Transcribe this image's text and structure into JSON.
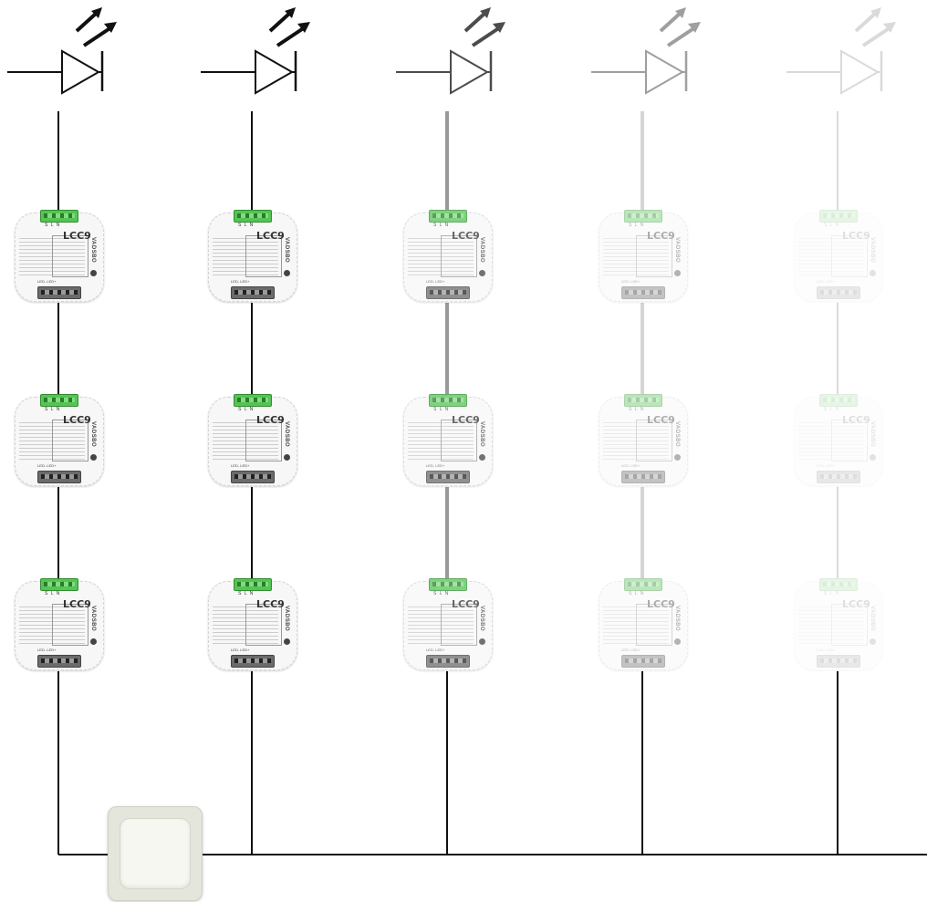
{
  "driver": {
    "model": "LCC9",
    "brand": "VADSBO",
    "terminal_label": "S L N",
    "output_label": "LED- LED+"
  },
  "columns": [
    {
      "opacity": 1.0,
      "driver_count": 3
    },
    {
      "opacity": 1.0,
      "driver_count": 3
    },
    {
      "opacity": 0.75,
      "driver_count": 3
    },
    {
      "opacity": 0.4,
      "driver_count": 3
    },
    {
      "opacity": 0.15,
      "driver_count": 3
    }
  ],
  "colors": {
    "wire": "#111111",
    "terminal_green": "#55c455",
    "switch_plate": "#e4e6dc"
  },
  "icons": {
    "light_source": "led-diode-symbol",
    "control": "wall-push-button-switch"
  }
}
